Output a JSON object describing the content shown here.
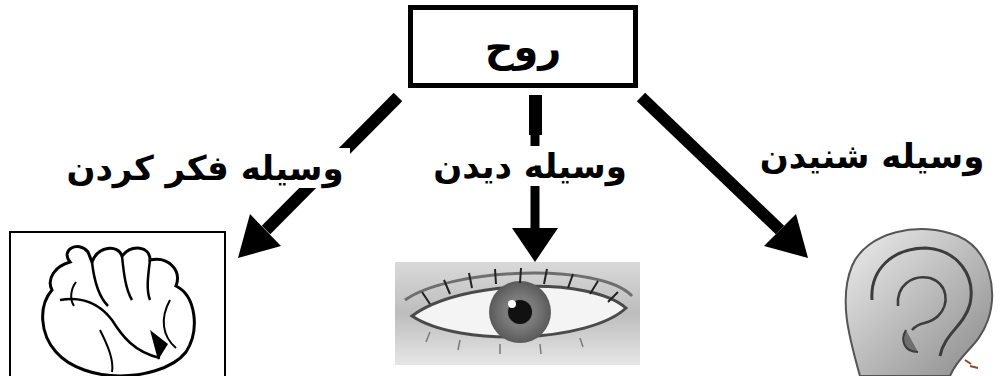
{
  "diagram": {
    "nodes": [
      {
        "text": [
          "روح"
        ]
      }
    ],
    "labels": [
      "وسیله شنیدن",
      "وسیله دیدن",
      "وسیله فکر کردن"
    ]
  }
}
